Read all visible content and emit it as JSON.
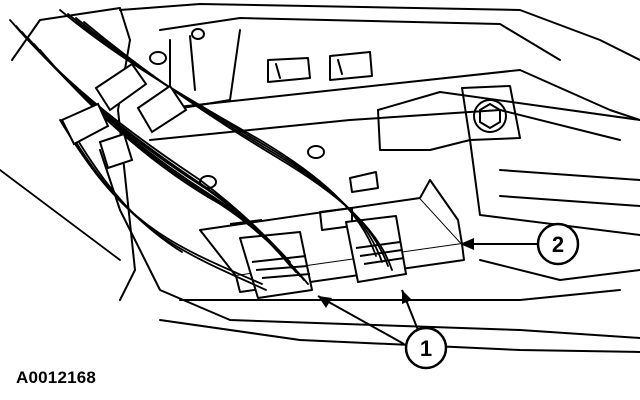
{
  "figure_id": "A0012168",
  "callouts": [
    {
      "label": "1",
      "target": "wiring-connectors"
    },
    {
      "label": "2",
      "target": "electronic-module"
    }
  ],
  "colors": {
    "ink": "#000000",
    "paper": "#ffffff"
  }
}
